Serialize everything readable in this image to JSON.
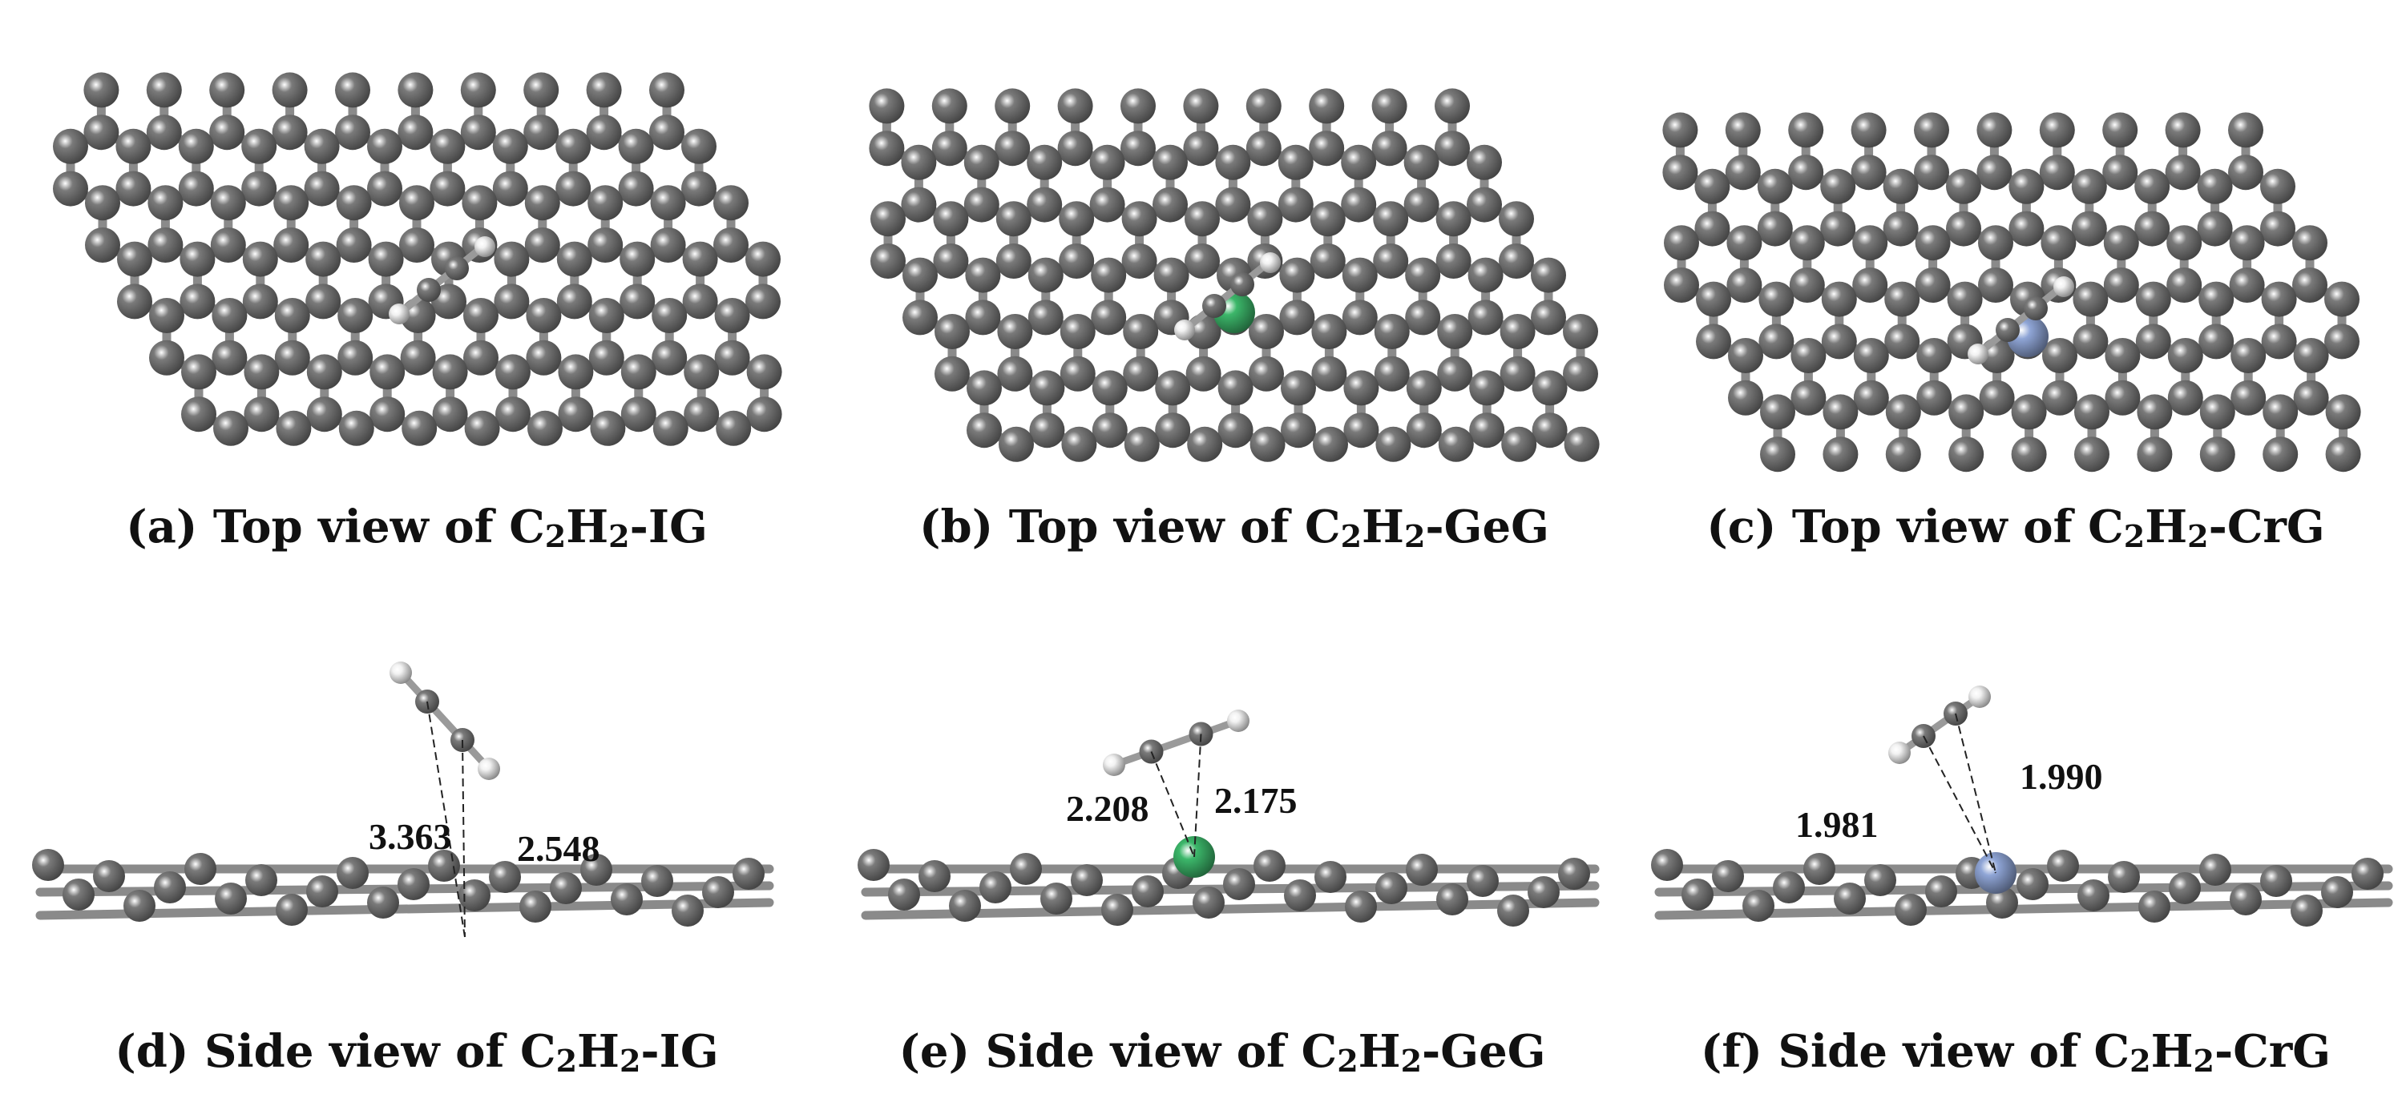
{
  "figure": {
    "panels": [
      {
        "id": "a",
        "caption_prefix": "(a) Top view of C",
        "caption_sub1": "2",
        "caption_mid": "H",
        "caption_sub2": "2",
        "caption_suffix": "-IG",
        "view": "top",
        "dopant": "none",
        "dopant_color": "#888888"
      },
      {
        "id": "b",
        "caption_prefix": "(b) Top view of C",
        "caption_sub1": "2",
        "caption_mid": "H",
        "caption_sub2": "2",
        "caption_suffix": "-GeG",
        "view": "top",
        "dopant": "Ge",
        "dopant_color": "#3cb76a"
      },
      {
        "id": "c",
        "caption_prefix": "(c) Top view of C",
        "caption_sub1": "2",
        "caption_mid": "H",
        "caption_sub2": "2",
        "caption_suffix": "-CrG",
        "view": "top",
        "dopant": "Cr",
        "dopant_color": "#8fa5d6"
      },
      {
        "id": "d",
        "caption_prefix": "(d) Side view of C",
        "caption_sub1": "2",
        "caption_mid": "H",
        "caption_sub2": "2",
        "caption_suffix": "-IG",
        "view": "side",
        "dopant": "none",
        "dopant_color": "#888888",
        "distances": [
          "3.363",
          "2.548"
        ]
      },
      {
        "id": "e",
        "caption_prefix": "(e) Side view of C",
        "caption_sub1": "2",
        "caption_mid": "H",
        "caption_sub2": "2",
        "caption_suffix": "-GeG",
        "view": "side",
        "dopant": "Ge",
        "dopant_color": "#3cb76a",
        "distances": [
          "2.208",
          "2.175"
        ]
      },
      {
        "id": "f",
        "caption_prefix": "(f) Side view of C",
        "caption_sub1": "2",
        "caption_mid": "H",
        "caption_sub2": "2",
        "caption_suffix": "-CrG",
        "view": "side",
        "dopant": "Cr",
        "dopant_color": "#8fa5d6",
        "distances": [
          "1.981",
          "1.990"
        ]
      }
    ],
    "colors": {
      "carbon": "#7a7a7a",
      "hydrogen": "#f2f2f2",
      "bond": "#8a8a8a"
    }
  }
}
